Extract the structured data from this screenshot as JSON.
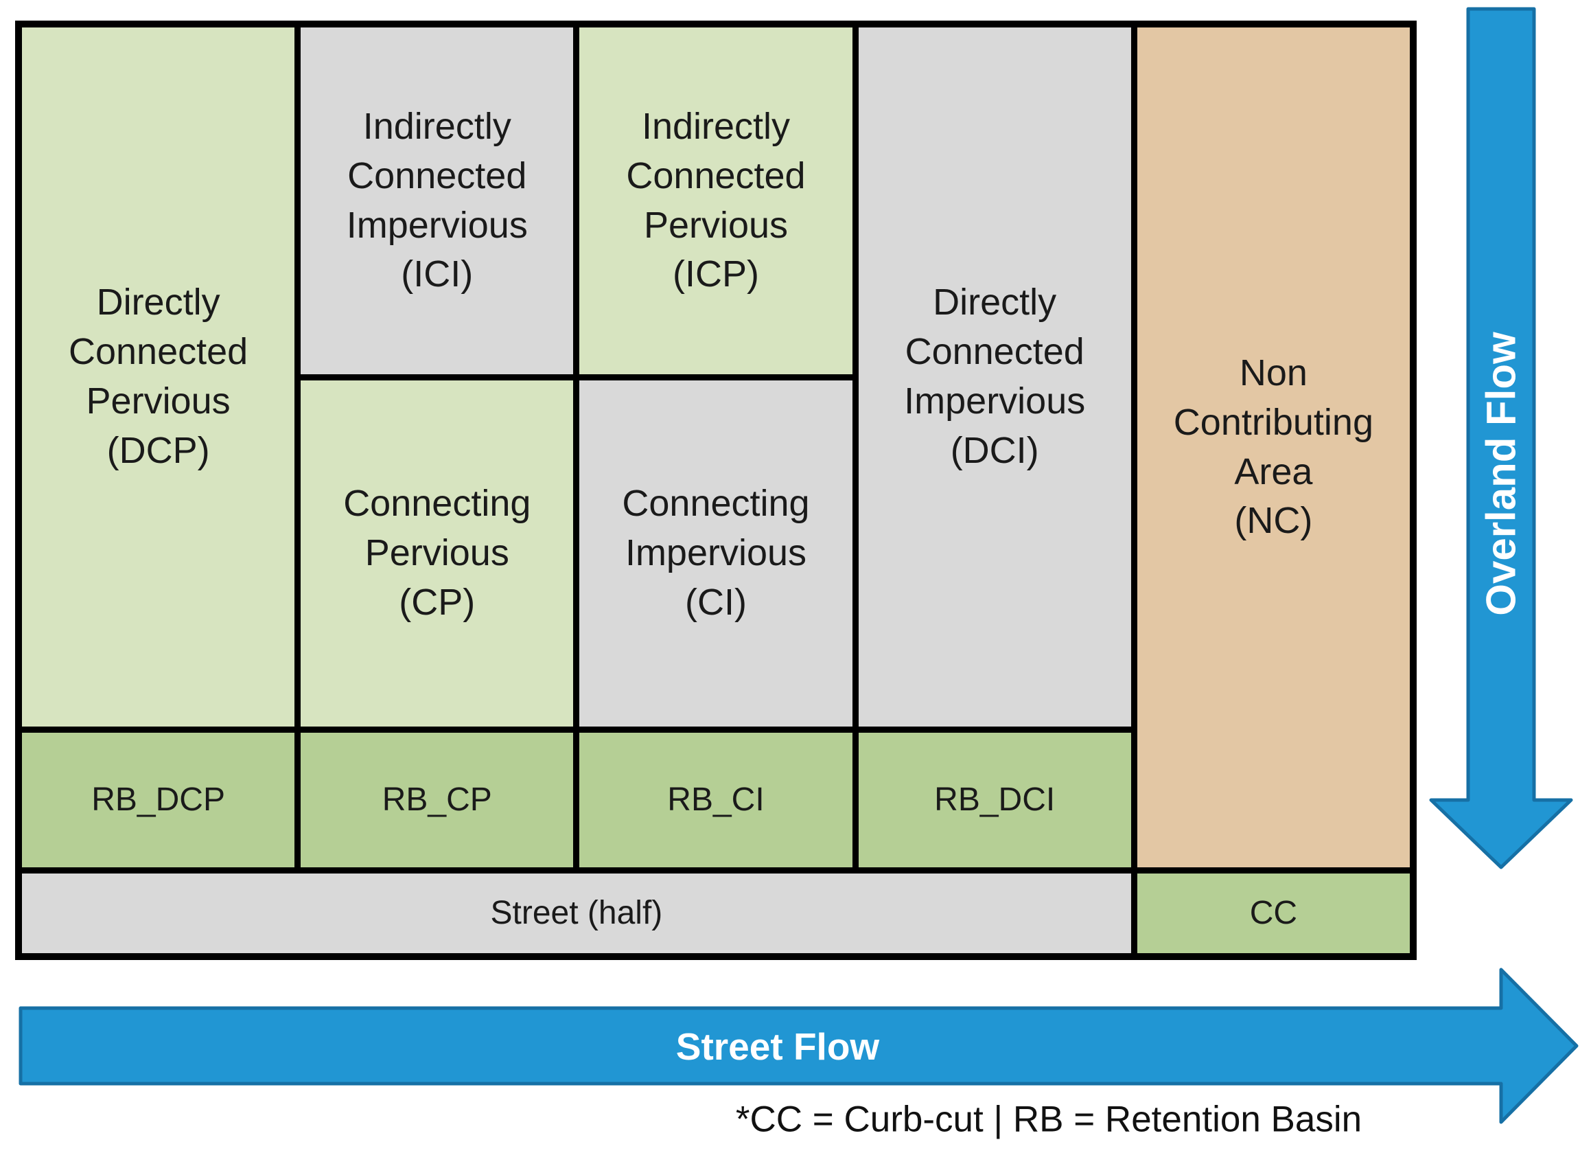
{
  "colors": {
    "light_green": "#d7e4c0",
    "medium_green": "#b5cf95",
    "gray": "#d9d9d9",
    "tan": "#e3c7a4",
    "arrow_blue": "#2196d3",
    "arrow_border": "#1670a5",
    "grid_line": "#000000",
    "cell_text": "#1a1a1a"
  },
  "grid": {
    "dcp": "Directly\nConnected\nPervious\n(DCP)",
    "ici": "Indirectly\nConnected\nImpervious\n(ICI)",
    "icp": "Indirectly\nConnected\nPervious\n(ICP)",
    "cp": "Connecting\nPervious\n(CP)",
    "ci": "Connecting\nImpervious\n(CI)",
    "dci": "Directly\nConnected\nImpervious\n(DCI)",
    "nc": "Non\nContributing\nArea\n(NC)",
    "rb_dcp": "RB_DCP",
    "rb_cp": "RB_CP",
    "rb_ci": "RB_CI",
    "rb_dci": "RB_DCI",
    "street": "Street (half)",
    "cc": "CC"
  },
  "arrows": {
    "overland": "Overland Flow",
    "street": "Street Flow"
  },
  "footer": "*CC =  Curb-cut | RB = Retention Basin"
}
